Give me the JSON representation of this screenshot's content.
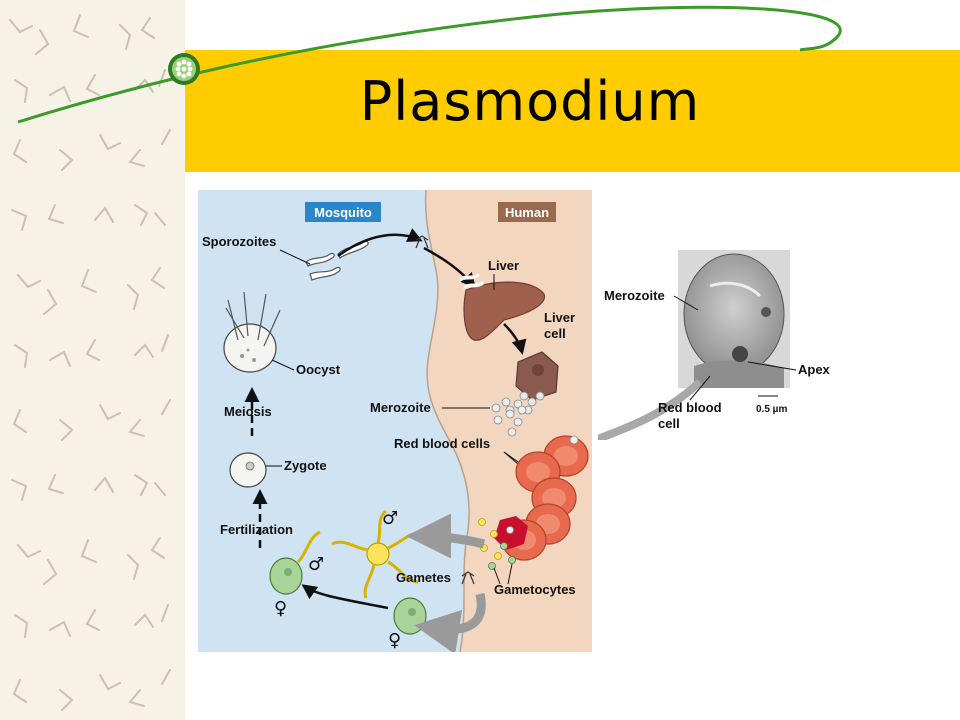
{
  "slide": {
    "title": "Plasmodium"
  },
  "diagram": {
    "regions": {
      "mosquito": "Mosquito",
      "human": "Human"
    },
    "labels": {
      "sporozoites": "Sporozoites",
      "oocyst": "Oocyst",
      "meiosis": "Meiosis",
      "zygote": "Zygote",
      "fertilization": "Fertilization",
      "gametes": "Gametes",
      "liver": "Liver",
      "liver_cell_1": "Liver",
      "liver_cell_2": "cell",
      "merozoite": "Merozoite",
      "red_blood_cells": "Red blood cells",
      "gametocytes": "Gametocytes"
    },
    "symbols": {
      "male": "♂",
      "female": "♀"
    },
    "colors": {
      "mosquito_bg": "#CFE3F2",
      "human_bg": "#F2D6BF",
      "mosquito_badge": "#2A86C8",
      "human_badge": "#9A6A4F",
      "rbc": "#E86A4E"
    }
  },
  "micrograph": {
    "labels": {
      "merozoite": "Merozoite",
      "apex": "Apex",
      "rbc_1": "Red blood",
      "rbc_2": "cell",
      "scale": "0.5 µm"
    }
  },
  "theme": {
    "band": "#FFCC00",
    "swoosh": "#3C9A2A"
  }
}
